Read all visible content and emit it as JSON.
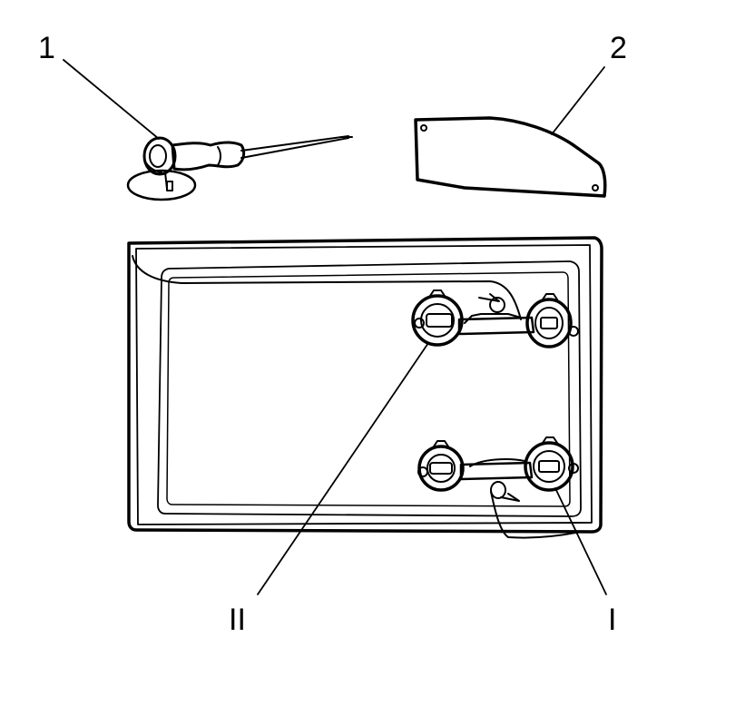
{
  "callouts": {
    "tool": "1",
    "plate": "2",
    "cup_upper": "II",
    "cup_lower": "I"
  },
  "colors": {
    "line": "#000000",
    "background": "#ffffff"
  }
}
